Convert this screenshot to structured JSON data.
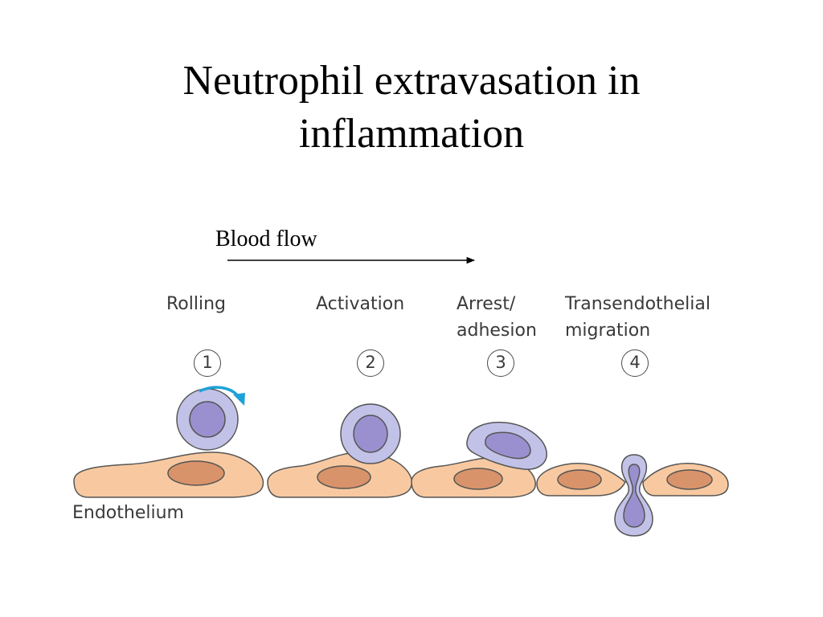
{
  "title": {
    "line1": "Neutrophil extravasation in",
    "line2": "inflammation"
  },
  "blood_flow": {
    "label": "Blood flow"
  },
  "steps": [
    {
      "number": "1",
      "label_lines": [
        "Rolling"
      ]
    },
    {
      "number": "2",
      "label_lines": [
        "Activation"
      ]
    },
    {
      "number": "3",
      "label_lines": [
        "Arrest/",
        "adhesion"
      ]
    },
    {
      "number": "4",
      "label_lines": [
        "Transendothelial",
        "migration"
      ]
    }
  ],
  "endothelium": {
    "label": "Endothelium"
  },
  "colors": {
    "endothelial_cell_fill": "#f8c9a0",
    "endothelial_nucleus_fill": "#d9936a",
    "neutrophil_fill": "#c2c2e8",
    "neutrophil_nucleus_fill": "#9a90cf",
    "outline": "#555555",
    "rolling_arrow": "#1da1d8"
  }
}
